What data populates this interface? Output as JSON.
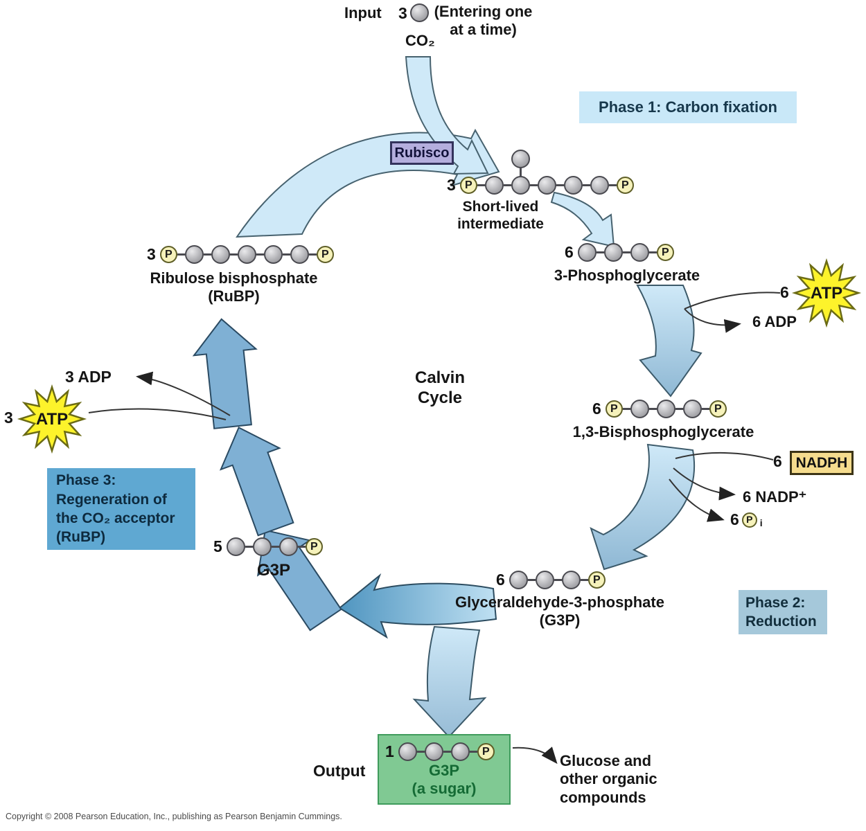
{
  "glyphs": {
    "p": "P"
  },
  "input": {
    "label": "Input",
    "count": "3",
    "note": "(Entering one\nat a time)",
    "co2": "CO₂"
  },
  "enzyme": {
    "label": "Rubisco"
  },
  "center": {
    "label": "Calvin\nCycle"
  },
  "phases": {
    "phase1": {
      "label": "Phase 1: Carbon fixation",
      "bg": "#c9e8f8"
    },
    "phase2": {
      "label": "Phase 2:\nReduction",
      "bg": "#a5c8da"
    },
    "phase3": {
      "label": "Phase 3:\nRegeneration of\nthe CO₂ acceptor\n(RuBP)",
      "bg": "#5fa8d2"
    }
  },
  "molecules": {
    "short_lived": {
      "count": "3",
      "carbons": 5,
      "p_left": true,
      "p_right": true,
      "branch_at": 1,
      "label": "Short-lived\nintermediate"
    },
    "pga": {
      "count": "6",
      "carbons": 3,
      "p_left": false,
      "p_right": true,
      "label": "3-Phosphoglycerate"
    },
    "bpg": {
      "count": "6",
      "carbons": 3,
      "p_left": true,
      "p_right": true,
      "label": "1,3-Bisphosphoglycerate"
    },
    "g3p6": {
      "count": "6",
      "carbons": 3,
      "p_left": false,
      "p_right": true,
      "label": "Glyceraldehyde-3-phosphate\n(G3P)"
    },
    "g3p5": {
      "count": "5",
      "carbons": 3,
      "p_left": false,
      "p_right": true,
      "label": "G3P"
    },
    "rubp": {
      "count": "3",
      "carbons": 5,
      "p_left": true,
      "p_right": true,
      "label": "Ribulose bisphosphate\n(RuBP)"
    },
    "output_g3p": {
      "count": "1",
      "carbons": 3,
      "p_left": false,
      "p_right": true,
      "label": "G3P\n(a sugar)"
    }
  },
  "energy": {
    "atp_right": {
      "count": "6",
      "label": "ATP"
    },
    "adp_right": "6 ADP",
    "nadph": {
      "count": "6",
      "label": "NADPH"
    },
    "nadp_plus": "6 NADP⁺",
    "pi": {
      "count": "6",
      "sub": "i"
    },
    "adp_left": "3 ADP",
    "atp_left": {
      "count": "3",
      "label": "ATP"
    }
  },
  "output": {
    "label": "Output",
    "glucose": "Glucose and\nother organic\ncompounds"
  },
  "copyright": "Copyright © 2008 Pearson Education, Inc., publishing as Pearson Benjamin Cummings.",
  "colors": {
    "light_arrow": "#cfe9f8",
    "steel_arrow": "#7fb0d4",
    "atp_star": "#fdf32b",
    "nadph_box": "#f5dc8e",
    "rubisco_box": "#b4aedd",
    "output_box": "#80c993",
    "phosphate": "#f6f2bb",
    "carbon": "#a9a9ad"
  }
}
